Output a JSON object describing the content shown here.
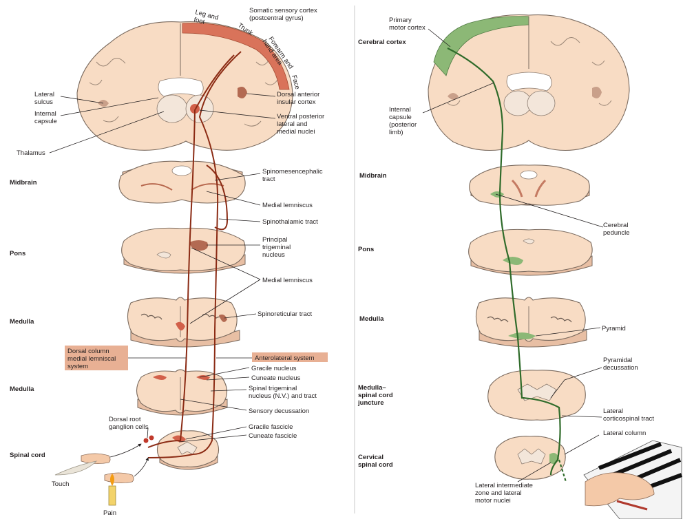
{
  "left_panel": {
    "levels": {
      "midbrain": "Midbrain",
      "pons": "Pons",
      "medulla_upper": "Medulla",
      "medulla_lower": "Medulla",
      "spinal_cord": "Spinal cord"
    },
    "cortex_labels": {
      "leg_line1": "Leg and",
      "leg_line2": "foot",
      "trunk": "Trunk",
      "forearm_line1": "Forearm and",
      "forearm_line2": "hand area",
      "face": "Face",
      "somatic_line1": "Somatic sensory cortex",
      "somatic_line2": "(postcentral gyrus)",
      "lateral_sulcus_line1": "Lateral",
      "lateral_sulcus_line2": "sulcus",
      "internal_capsule_line1": "Internal",
      "internal_capsule_line2": "capsule",
      "thalamus": "Thalamus",
      "dorsal_insular_line1": "Dorsal anterior",
      "dorsal_insular_line2": "insular cortex",
      "vpl_line1": "Ventral posterior",
      "vpl_line2": "lateral and",
      "vpl_line3": "medial nuclei"
    },
    "tract_labels": {
      "spinomesencephalic_line1": "Spinomesencephalic",
      "spinomesencephalic_line2": "tract",
      "medial_lemniscus_1": "Medial lemniscus",
      "spinothalamic": "Spinothalamic tract",
      "principal_trigeminal_line1": "Principal",
      "principal_trigeminal_line2": "trigeminal",
      "principal_trigeminal_line3": "nucleus",
      "medial_lemniscus_2": "Medial lemniscus",
      "spinoreticular": "Spinoreticular tract",
      "dorsal_column_line1": "Dorsal column",
      "dorsal_column_line2": "medial lemniscal",
      "dorsal_column_line3": "system",
      "anterolateral": "Anterolateral system",
      "gracile_nucleus": "Gracile nucleus",
      "cuneate_nucleus": "Cuneate nucleus",
      "spinal_trigeminal_line1": "Spinal trigeminal",
      "spinal_trigeminal_line2": "nucleus (N.V.) and tract",
      "sensory_decussation": "Sensory decussation",
      "drg_line1": "Dorsal root",
      "drg_line2": "ganglion cells",
      "gracile_fascicle": "Gracile fascicle",
      "cuneate_fascicle": "Cuneate fascicle",
      "touch": "Touch",
      "pain": "Pain"
    }
  },
  "right_panel": {
    "levels": {
      "cerebral_cortex": "Cerebral cortex",
      "midbrain": "Midbrain",
      "pons": "Pons",
      "medulla": "Medulla",
      "juncture_line1": "Medulla–",
      "juncture_line2": "spinal cord",
      "juncture_line3": "juncture",
      "cervical_line1": "Cervical",
      "cervical_line2": "spinal cord"
    },
    "labels": {
      "primary_motor_line1": "Primary",
      "primary_motor_line2": "motor cortex",
      "internal_capsule_line1": "Internal",
      "internal_capsule_line2": "capsule",
      "internal_capsule_line3": "(posterior",
      "internal_capsule_line4": "limb)",
      "cerebral_peduncle_line1": "Cerebral",
      "cerebral_peduncle_line2": "peduncle",
      "pyramid": "Pyramid",
      "pyramidal_decussation_line1": "Pyramidal",
      "pyramidal_decussation_line2": "decussation",
      "lateral_cst_line1": "Lateral",
      "lateral_cst_line2": "corticospinal tract",
      "lateral_column": "Lateral column",
      "lateral_intermediate_line1": "Lateral intermediate",
      "lateral_intermediate_line2": "zone and lateral",
      "lateral_intermediate_line3": "motor nuclei"
    }
  },
  "colors": {
    "tissue": "#f8dcc4",
    "sensory_cortex": "#d9735a",
    "sensory_pathway": "#8b2b14",
    "motor_cortex": "#8cb876",
    "motor_pathway": "#2f6b2a",
    "label_box": "#e8b094"
  }
}
